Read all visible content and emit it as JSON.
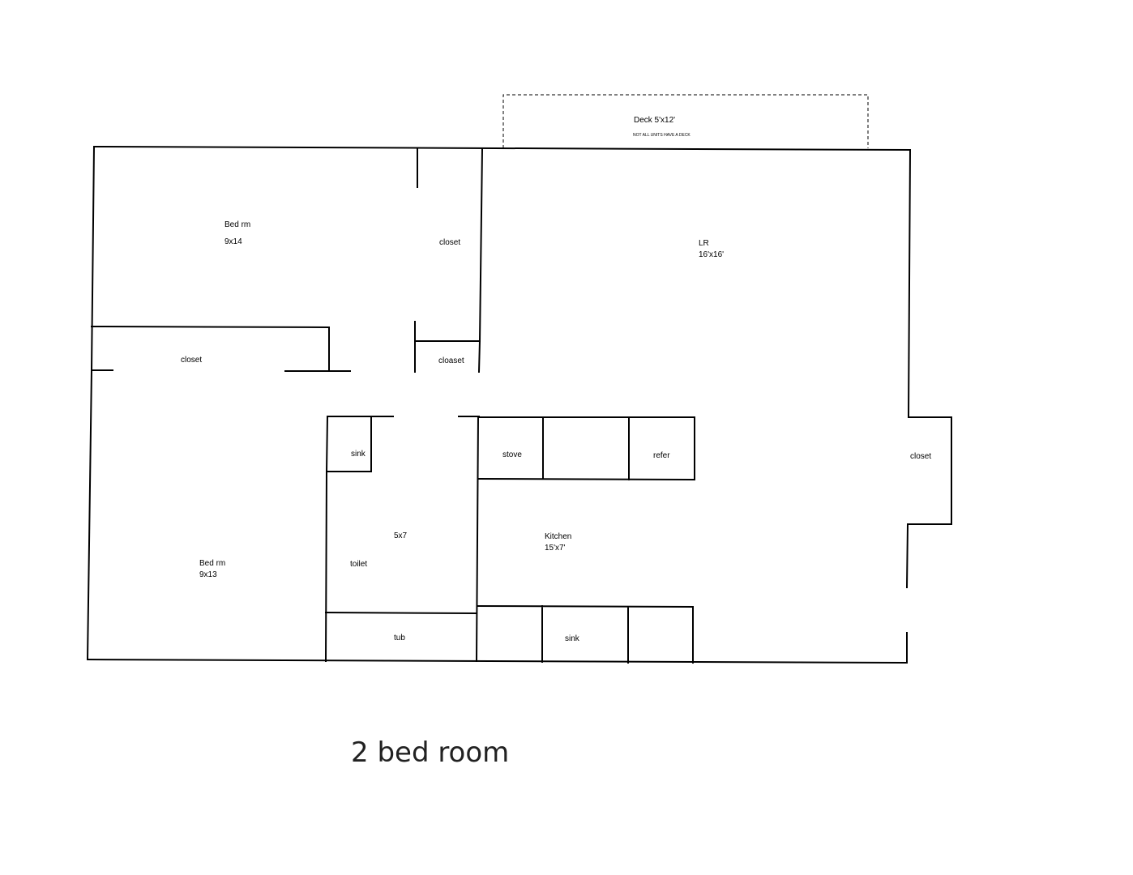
{
  "title": "2 bed room",
  "rooms": {
    "deck": {
      "name": "Deck  5'x12'",
      "note": "NOT ALL UNITS HAVE A DECK"
    },
    "bedroom1": {
      "name": "Bed rm",
      "size": "9x14"
    },
    "closet_top": "closet",
    "living_room": {
      "name": "LR",
      "size": "16'x16'"
    },
    "closet_left": "closet",
    "closet_mid": "cloaset",
    "bath_sink": "sink",
    "bath_size": "5x7",
    "toilet": "toilet",
    "tub": "tub",
    "bedroom2": {
      "name": "Bed rm",
      "size": "9x13"
    },
    "stove": "stove",
    "refer": "refer",
    "kitchen": {
      "name": "Kitchen",
      "size": "15'x7'"
    },
    "kitchen_sink": "sink",
    "closet_right": "closet"
  }
}
